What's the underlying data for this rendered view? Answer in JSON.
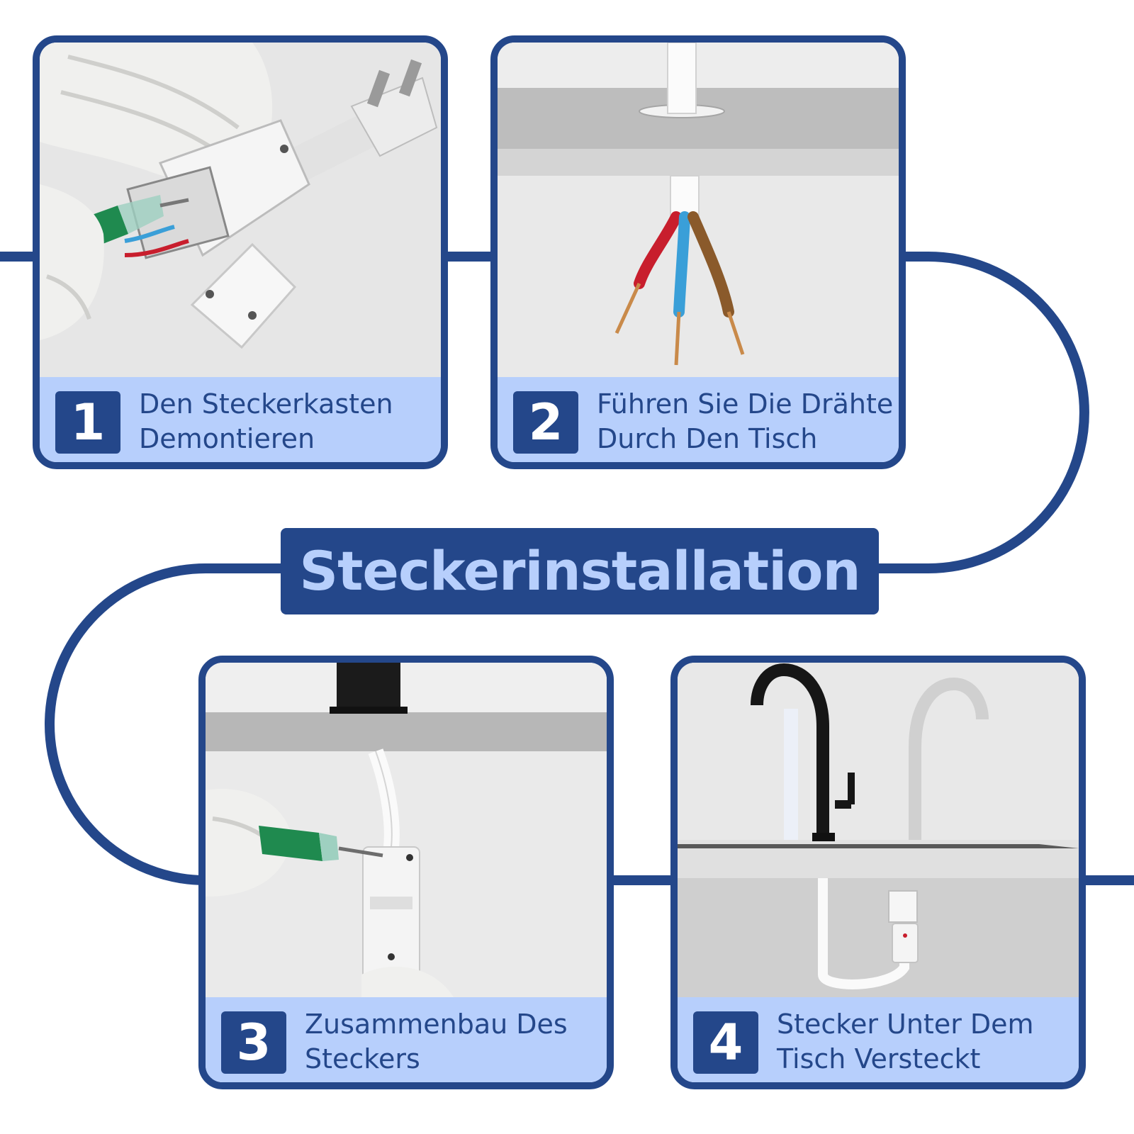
{
  "title": "Steckerinstallation",
  "colors": {
    "primary": "#24478a",
    "caption_background": "#b7cffc",
    "wire_red": "#c81e2d",
    "wire_blue": "#3a9fd8",
    "wire_brown": "#8a5a2b"
  },
  "steps": [
    {
      "number": "1",
      "line1": "Den Steckerkasten",
      "line2": "Demontieren"
    },
    {
      "number": "2",
      "line1": "Führen Sie Die Drähte",
      "line2": "Durch Den Tisch"
    },
    {
      "number": "3",
      "line1": "Zusammenbau Des",
      "line2": "Steckers"
    },
    {
      "number": "4",
      "line1": "Stecker Unter Dem",
      "line2": "Tisch Versteckt"
    }
  ]
}
